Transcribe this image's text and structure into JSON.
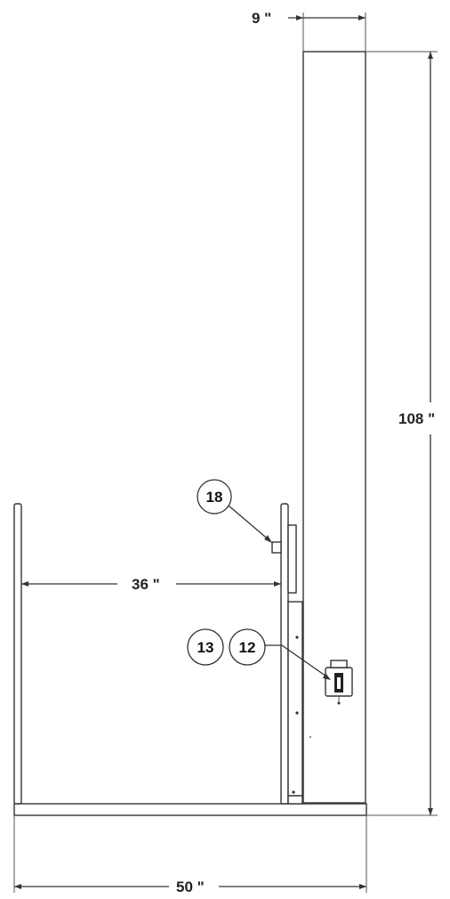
{
  "dimensions": {
    "column_width": "9 \"",
    "column_height": "108 \"",
    "gate_opening": "36 \"",
    "platform_length": "50 \""
  },
  "callouts": {
    "gate_part": "18",
    "control_part_a": "13",
    "control_part_b": "12"
  }
}
